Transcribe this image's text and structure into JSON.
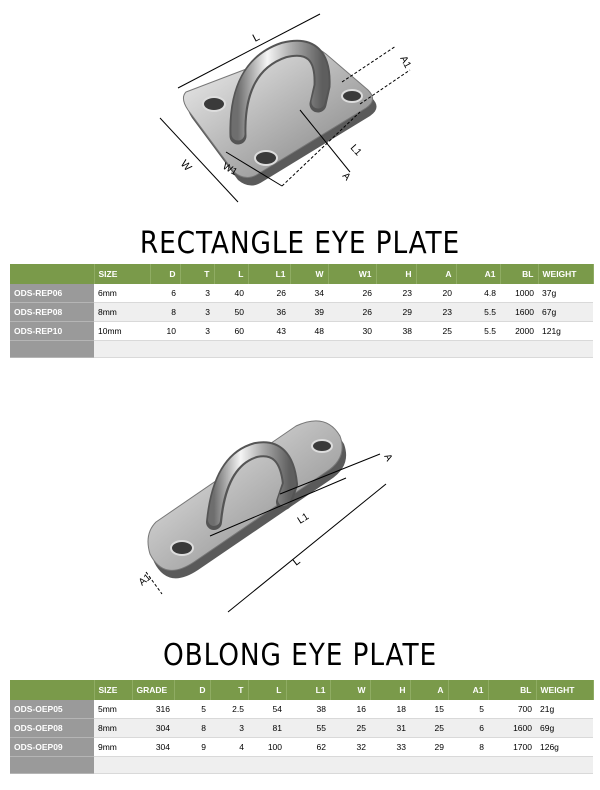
{
  "rectangle": {
    "diagram_labels": {
      "L": "L",
      "A1": "A1",
      "W": "W",
      "W1": "W1",
      "L1": "L1",
      "A": "A"
    },
    "title": "RECTANGLE EYE PLATE",
    "headers": [
      "",
      "SIZE",
      "D",
      "T",
      "L",
      "L1",
      "W",
      "W1",
      "H",
      "A",
      "A1",
      "BL",
      "WEIGHT"
    ],
    "rows": [
      [
        "ODS-REP06",
        "6mm",
        "6",
        "3",
        "40",
        "26",
        "34",
        "26",
        "23",
        "20",
        "4.8",
        "1000",
        "37g"
      ],
      [
        "ODS-REP08",
        "8mm",
        "8",
        "3",
        "50",
        "36",
        "39",
        "26",
        "29",
        "23",
        "5.5",
        "1600",
        "67g"
      ],
      [
        "ODS-REP10",
        "10mm",
        "10",
        "3",
        "60",
        "43",
        "48",
        "30",
        "38",
        "25",
        "5.5",
        "2000",
        "121g"
      ]
    ]
  },
  "oblong": {
    "diagram_labels": {
      "A": "A",
      "L1": "L1",
      "L": "L",
      "A1": "A1"
    },
    "title": "OBLONG EYE PLATE",
    "headers": [
      "",
      "SIZE",
      "GRADE",
      "D",
      "T",
      "L",
      "L1",
      "W",
      "H",
      "A",
      "A1",
      "BL",
      "WEIGHT"
    ],
    "rows": [
      [
        "ODS-OEP05",
        "5mm",
        "316",
        "5",
        "2.5",
        "54",
        "38",
        "16",
        "18",
        "15",
        "5",
        "700",
        "21g"
      ],
      [
        "ODS-OEP08",
        "8mm",
        "304",
        "8",
        "3",
        "81",
        "55",
        "25",
        "31",
        "25",
        "6",
        "1600",
        "69g"
      ],
      [
        "ODS-OEP09",
        "9mm",
        "304",
        "9",
        "4",
        "100",
        "62",
        "32",
        "33",
        "29",
        "8",
        "1700",
        "126g"
      ]
    ]
  }
}
